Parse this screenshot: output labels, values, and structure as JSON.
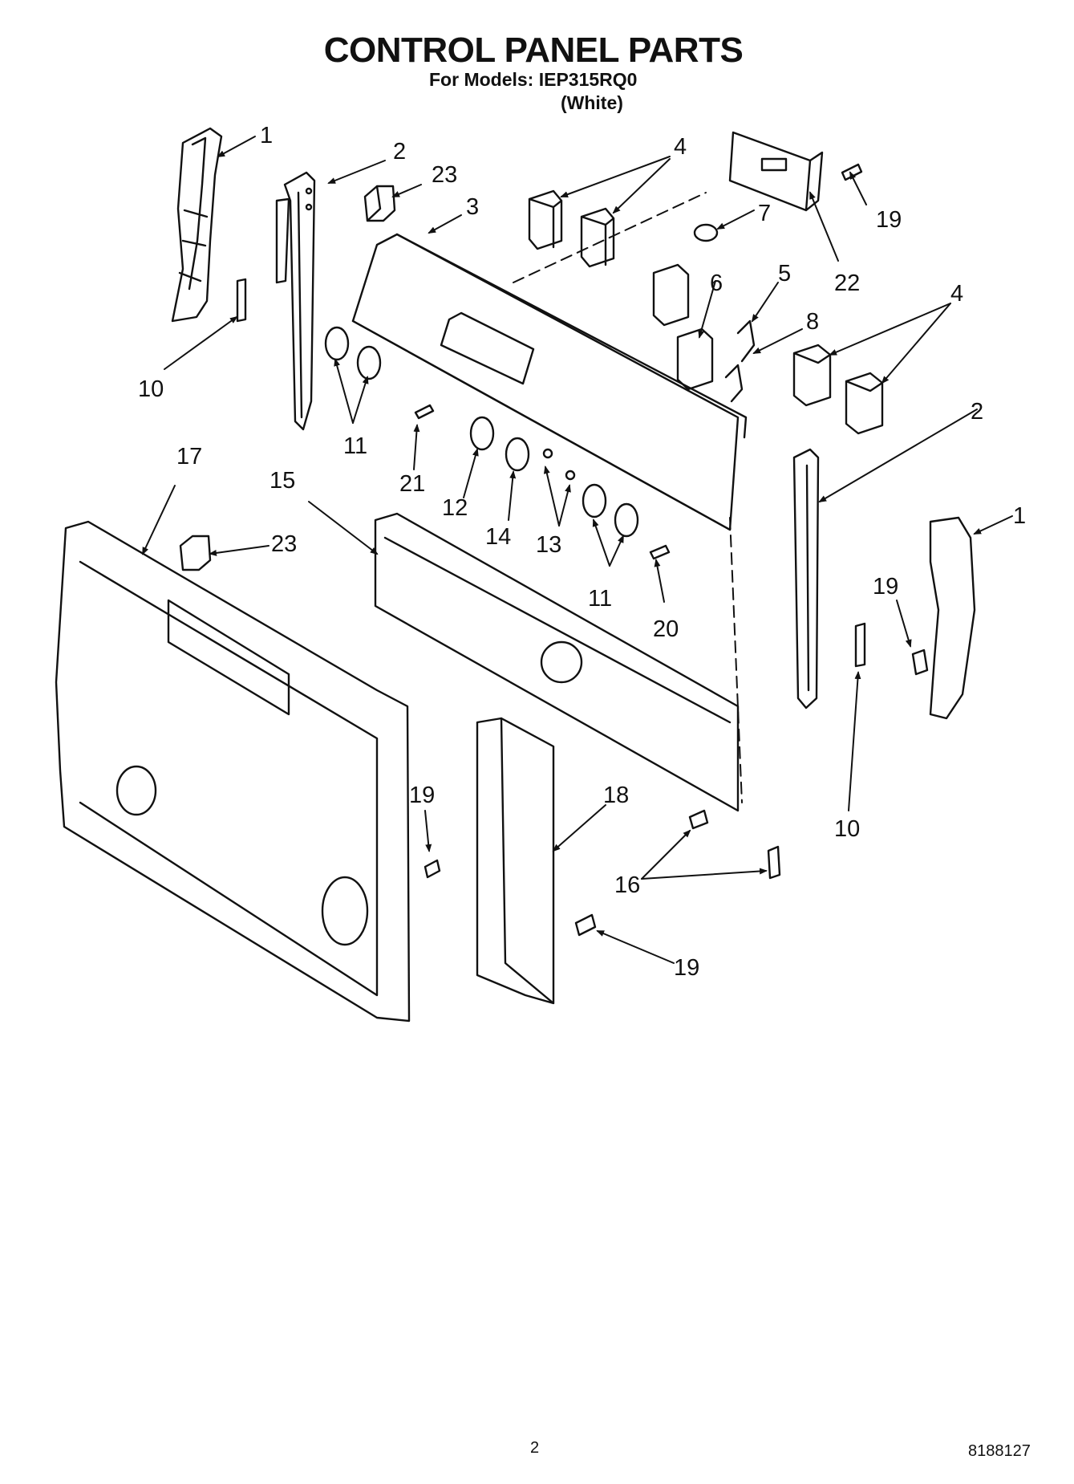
{
  "title": "CONTROL PANEL PARTS",
  "models_line": "For Models: IEP315RQ0",
  "color_line": "(White)",
  "callouts": [
    "1",
    "2",
    "23",
    "3",
    "4",
    "7",
    "19",
    "22",
    "5",
    "6",
    "8",
    "4",
    "10",
    "11",
    "21",
    "12",
    "14",
    "13",
    "2",
    "17",
    "15",
    "23",
    "11",
    "20",
    "1",
    "19",
    "10",
    "19",
    "18",
    "16",
    "19"
  ],
  "page_number": "2",
  "doc_number": "8188127"
}
